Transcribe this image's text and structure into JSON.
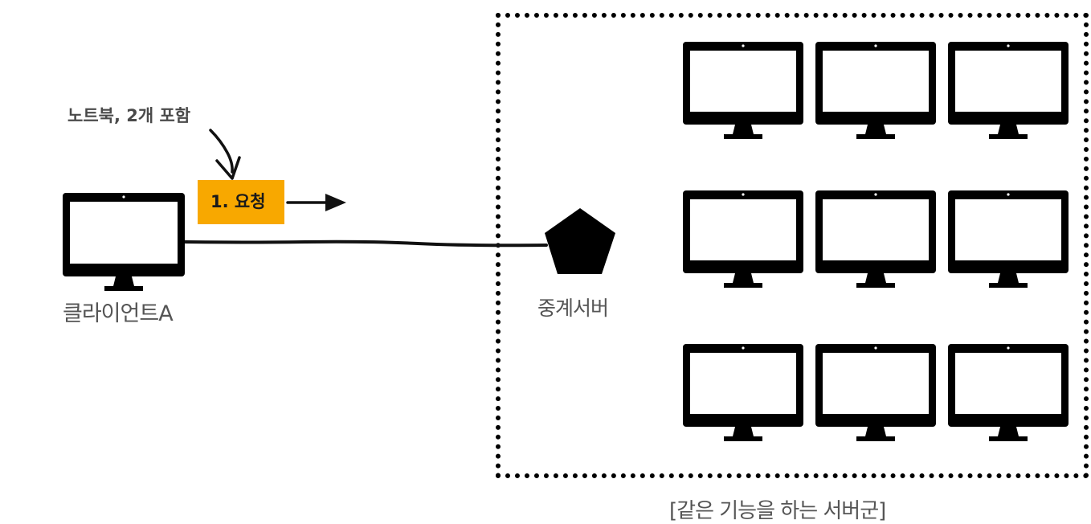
{
  "diagram": {
    "client_label": "클라이언트A",
    "relay_label": "중계서버",
    "cluster_label": "[같은 기능을 하는 서버군]",
    "annotation": "노트북, 2개 포함",
    "request_badge": "1. 요청"
  },
  "icons": {
    "client": "monitor-icon",
    "relay": "pentagon-icon",
    "servers": "monitor-icon"
  },
  "colors": {
    "badge_fill": "#f8a800",
    "stroke": "#000000",
    "label_text": "#555555"
  },
  "server_cluster": {
    "rows": 3,
    "columns": 3,
    "server_count": 9
  }
}
